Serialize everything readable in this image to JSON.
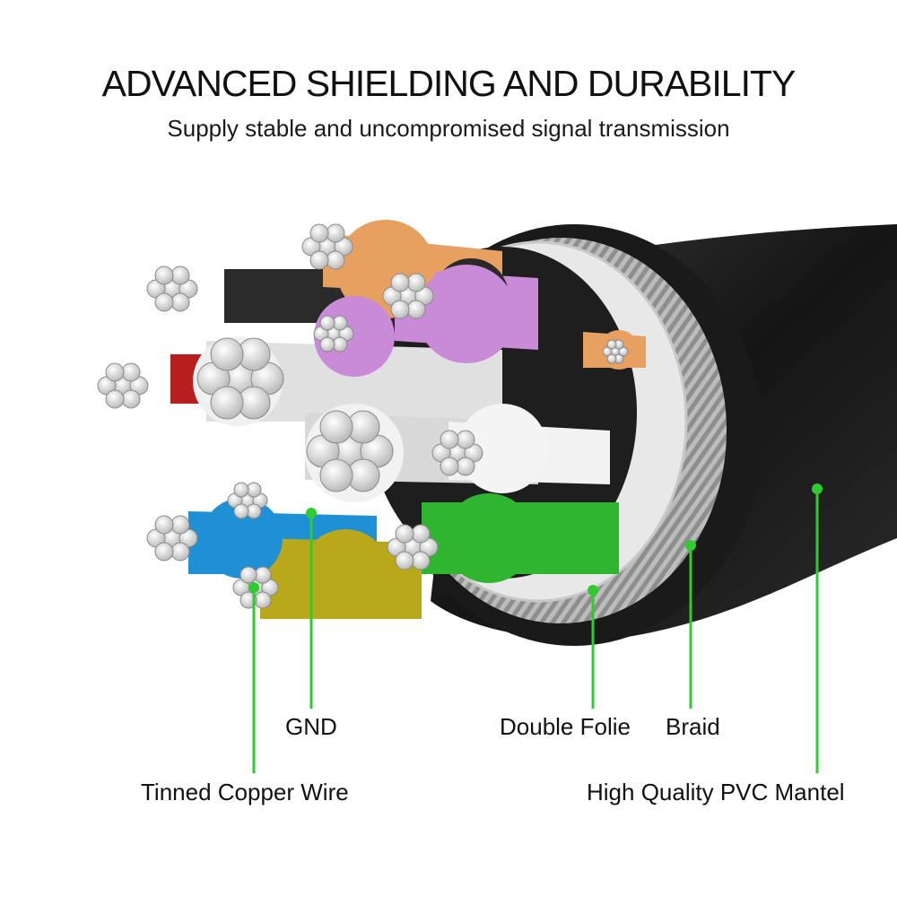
{
  "header": {
    "title": "ADVANCED SHIELDING AND DURABILITY",
    "subtitle": "Supply stable and uncompromised signal transmission"
  },
  "callouts": {
    "gnd": "GND",
    "double_folie": "Double Folie",
    "braid": "Braid",
    "tinned_copper_wire": "Tinned Copper Wire",
    "pvc_mantel": "High Quality PVC Mantel"
  },
  "colors": {
    "callout_line": "#2ecc2e",
    "jacket": "#1c1c1c",
    "foil": "#e6e6e6",
    "braid": "#b9b9b9",
    "copper_strand": "#cfcfcf",
    "wire_orange": "#e8a060",
    "wire_purple": "#c98ad8",
    "wire_red": "#b81e1e",
    "wire_blue": "#1f8fd6",
    "wire_yellow": "#b9a81a",
    "wire_green": "#2fb52f",
    "wire_white": "#f2f2f2",
    "wire_black": "#2a2a2a"
  }
}
